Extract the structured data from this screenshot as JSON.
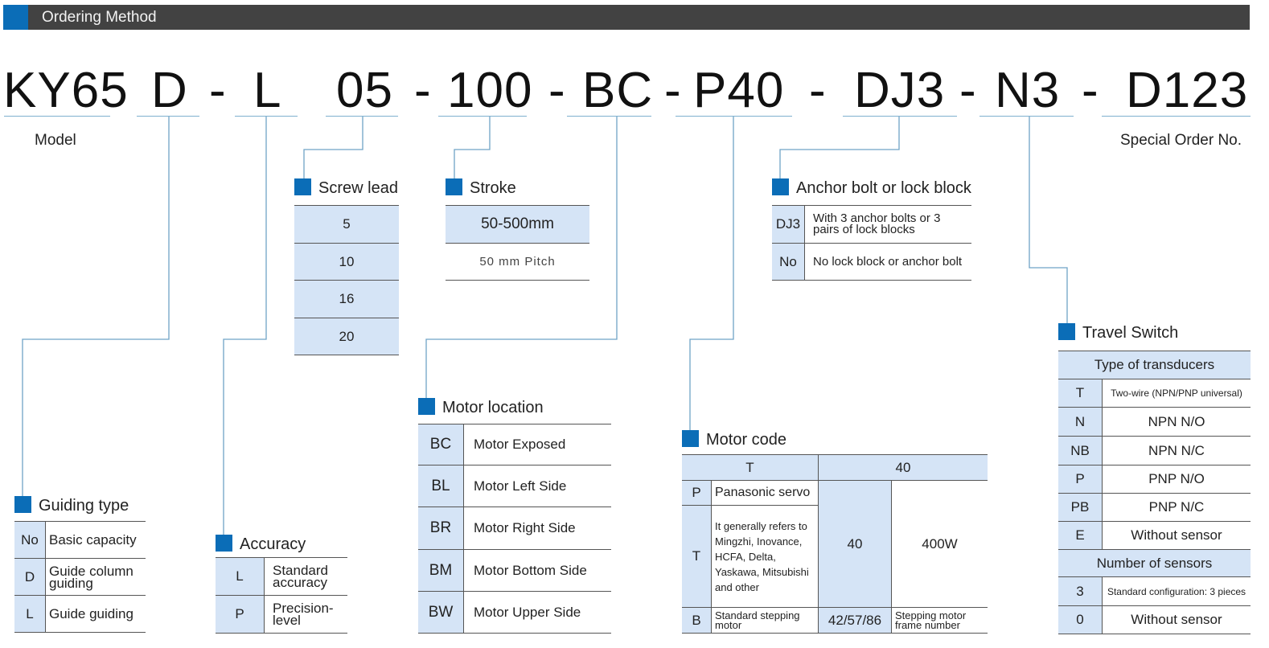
{
  "header": {
    "title": "Ordering Method"
  },
  "code": {
    "model": "KY65",
    "guide": "D",
    "accuracy": "L",
    "lead": "05",
    "stroke": "100",
    "motor_location": "BC",
    "motor_code": "P40",
    "anchor": "DJ3",
    "switch": "N3",
    "special": "D123",
    "dash": "-"
  },
  "labels": {
    "model": "Model",
    "special": "Special Order No."
  },
  "screw_lead": {
    "title": "Screw lead",
    "values": [
      "5",
      "10",
      "16",
      "20"
    ]
  },
  "stroke": {
    "title": "Stroke",
    "range": "50-500mm",
    "pitch": "50 mm Pitch"
  },
  "anchor": {
    "title": "Anchor bolt or lock block",
    "rows": [
      {
        "code": "DJ3",
        "desc": "With 3 anchor bolts or 3 pairs of lock blocks"
      },
      {
        "code": "No",
        "desc": "No lock block or anchor bolt"
      }
    ]
  },
  "travel_switch": {
    "title": "Travel Switch",
    "type_header": "Type of transducers",
    "types": [
      {
        "code": "T",
        "desc": "Two-wire (NPN/PNP universal)"
      },
      {
        "code": "N",
        "desc": "NPN  N/O"
      },
      {
        "code": "NB",
        "desc": "NPN  N/C"
      },
      {
        "code": "P",
        "desc": "PNP  N/O"
      },
      {
        "code": "PB",
        "desc": "PNP  N/C"
      },
      {
        "code": "E",
        "desc": "Without sensor"
      }
    ],
    "count_header": "Number of sensors",
    "counts": [
      {
        "code": "3",
        "desc": "Standard configuration: 3 pieces"
      },
      {
        "code": "0",
        "desc": "Without sensor"
      }
    ]
  },
  "motor_location": {
    "title": "Motor location",
    "rows": [
      {
        "code": "BC",
        "desc": "Motor Exposed"
      },
      {
        "code": "BL",
        "desc": "Motor Left Side"
      },
      {
        "code": "BR",
        "desc": "Motor Right Side"
      },
      {
        "code": "BM",
        "desc": "Motor Bottom Side"
      },
      {
        "code": "BW",
        "desc": "Motor Upper Side"
      }
    ]
  },
  "motor_code": {
    "title": "Motor code",
    "head_type": "T",
    "head_power": "40",
    "rows": [
      {
        "code": "P",
        "desc": "Panasonic servo"
      },
      {
        "code": "T",
        "desc": "It generally refers to Mingzhi, Inovance, HCFA, Delta, Yaskawa, Mitsubishi and other"
      },
      {
        "code": "B",
        "desc": "Standard stepping motor"
      }
    ],
    "power_code": "40",
    "power": "400W",
    "step_code": "42/57/86",
    "step_desc": "Stepping motor frame number"
  },
  "guiding": {
    "title": "Guiding type",
    "rows": [
      {
        "code": "No",
        "desc": "Basic capacity"
      },
      {
        "code": "D",
        "desc": "Guide column guiding"
      },
      {
        "code": "L",
        "desc": "Guide guiding"
      }
    ]
  },
  "accuracy": {
    "title": "Accuracy",
    "rows": [
      {
        "code": "L",
        "desc": "Standard accuracy"
      },
      {
        "code": "P",
        "desc": "Precision-level"
      }
    ]
  }
}
